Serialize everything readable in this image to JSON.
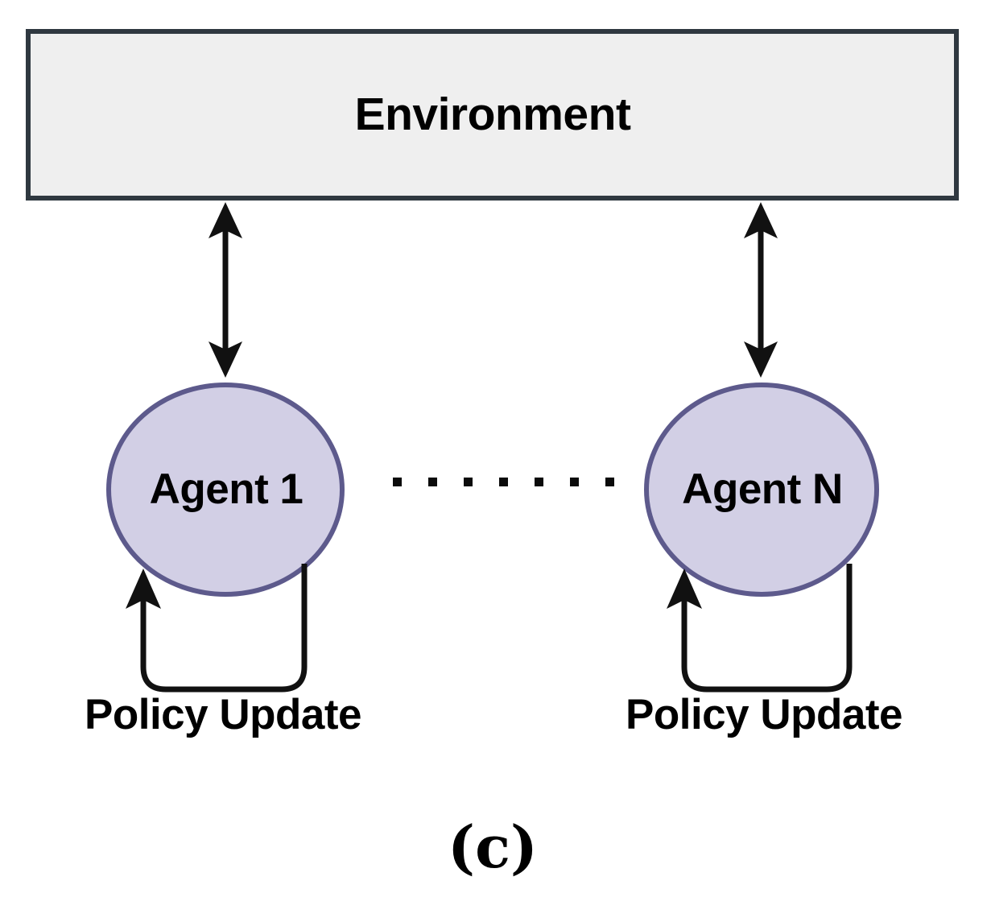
{
  "diagram": {
    "caption": "(c)",
    "environment": {
      "label": "Environment",
      "fill_color": "#efefef",
      "border_color": "#2f3840"
    },
    "agents": [
      {
        "label": "Agent 1",
        "fill_color": "#d2cfe5",
        "border_color": "#5d5a8c",
        "self_loop_label": "Policy Update"
      },
      {
        "label": "Agent N",
        "fill_color": "#d2cfe5",
        "border_color": "#5d5a8c",
        "self_loop_label": "Policy Update"
      }
    ],
    "connectors": {
      "environment_agent_arrow": "double-headed-vertical-arrow",
      "agent_ellipsis": "horizontal-dotted-line",
      "ellipsis_dot_count": 7,
      "arrow_color": "#000000"
    }
  }
}
